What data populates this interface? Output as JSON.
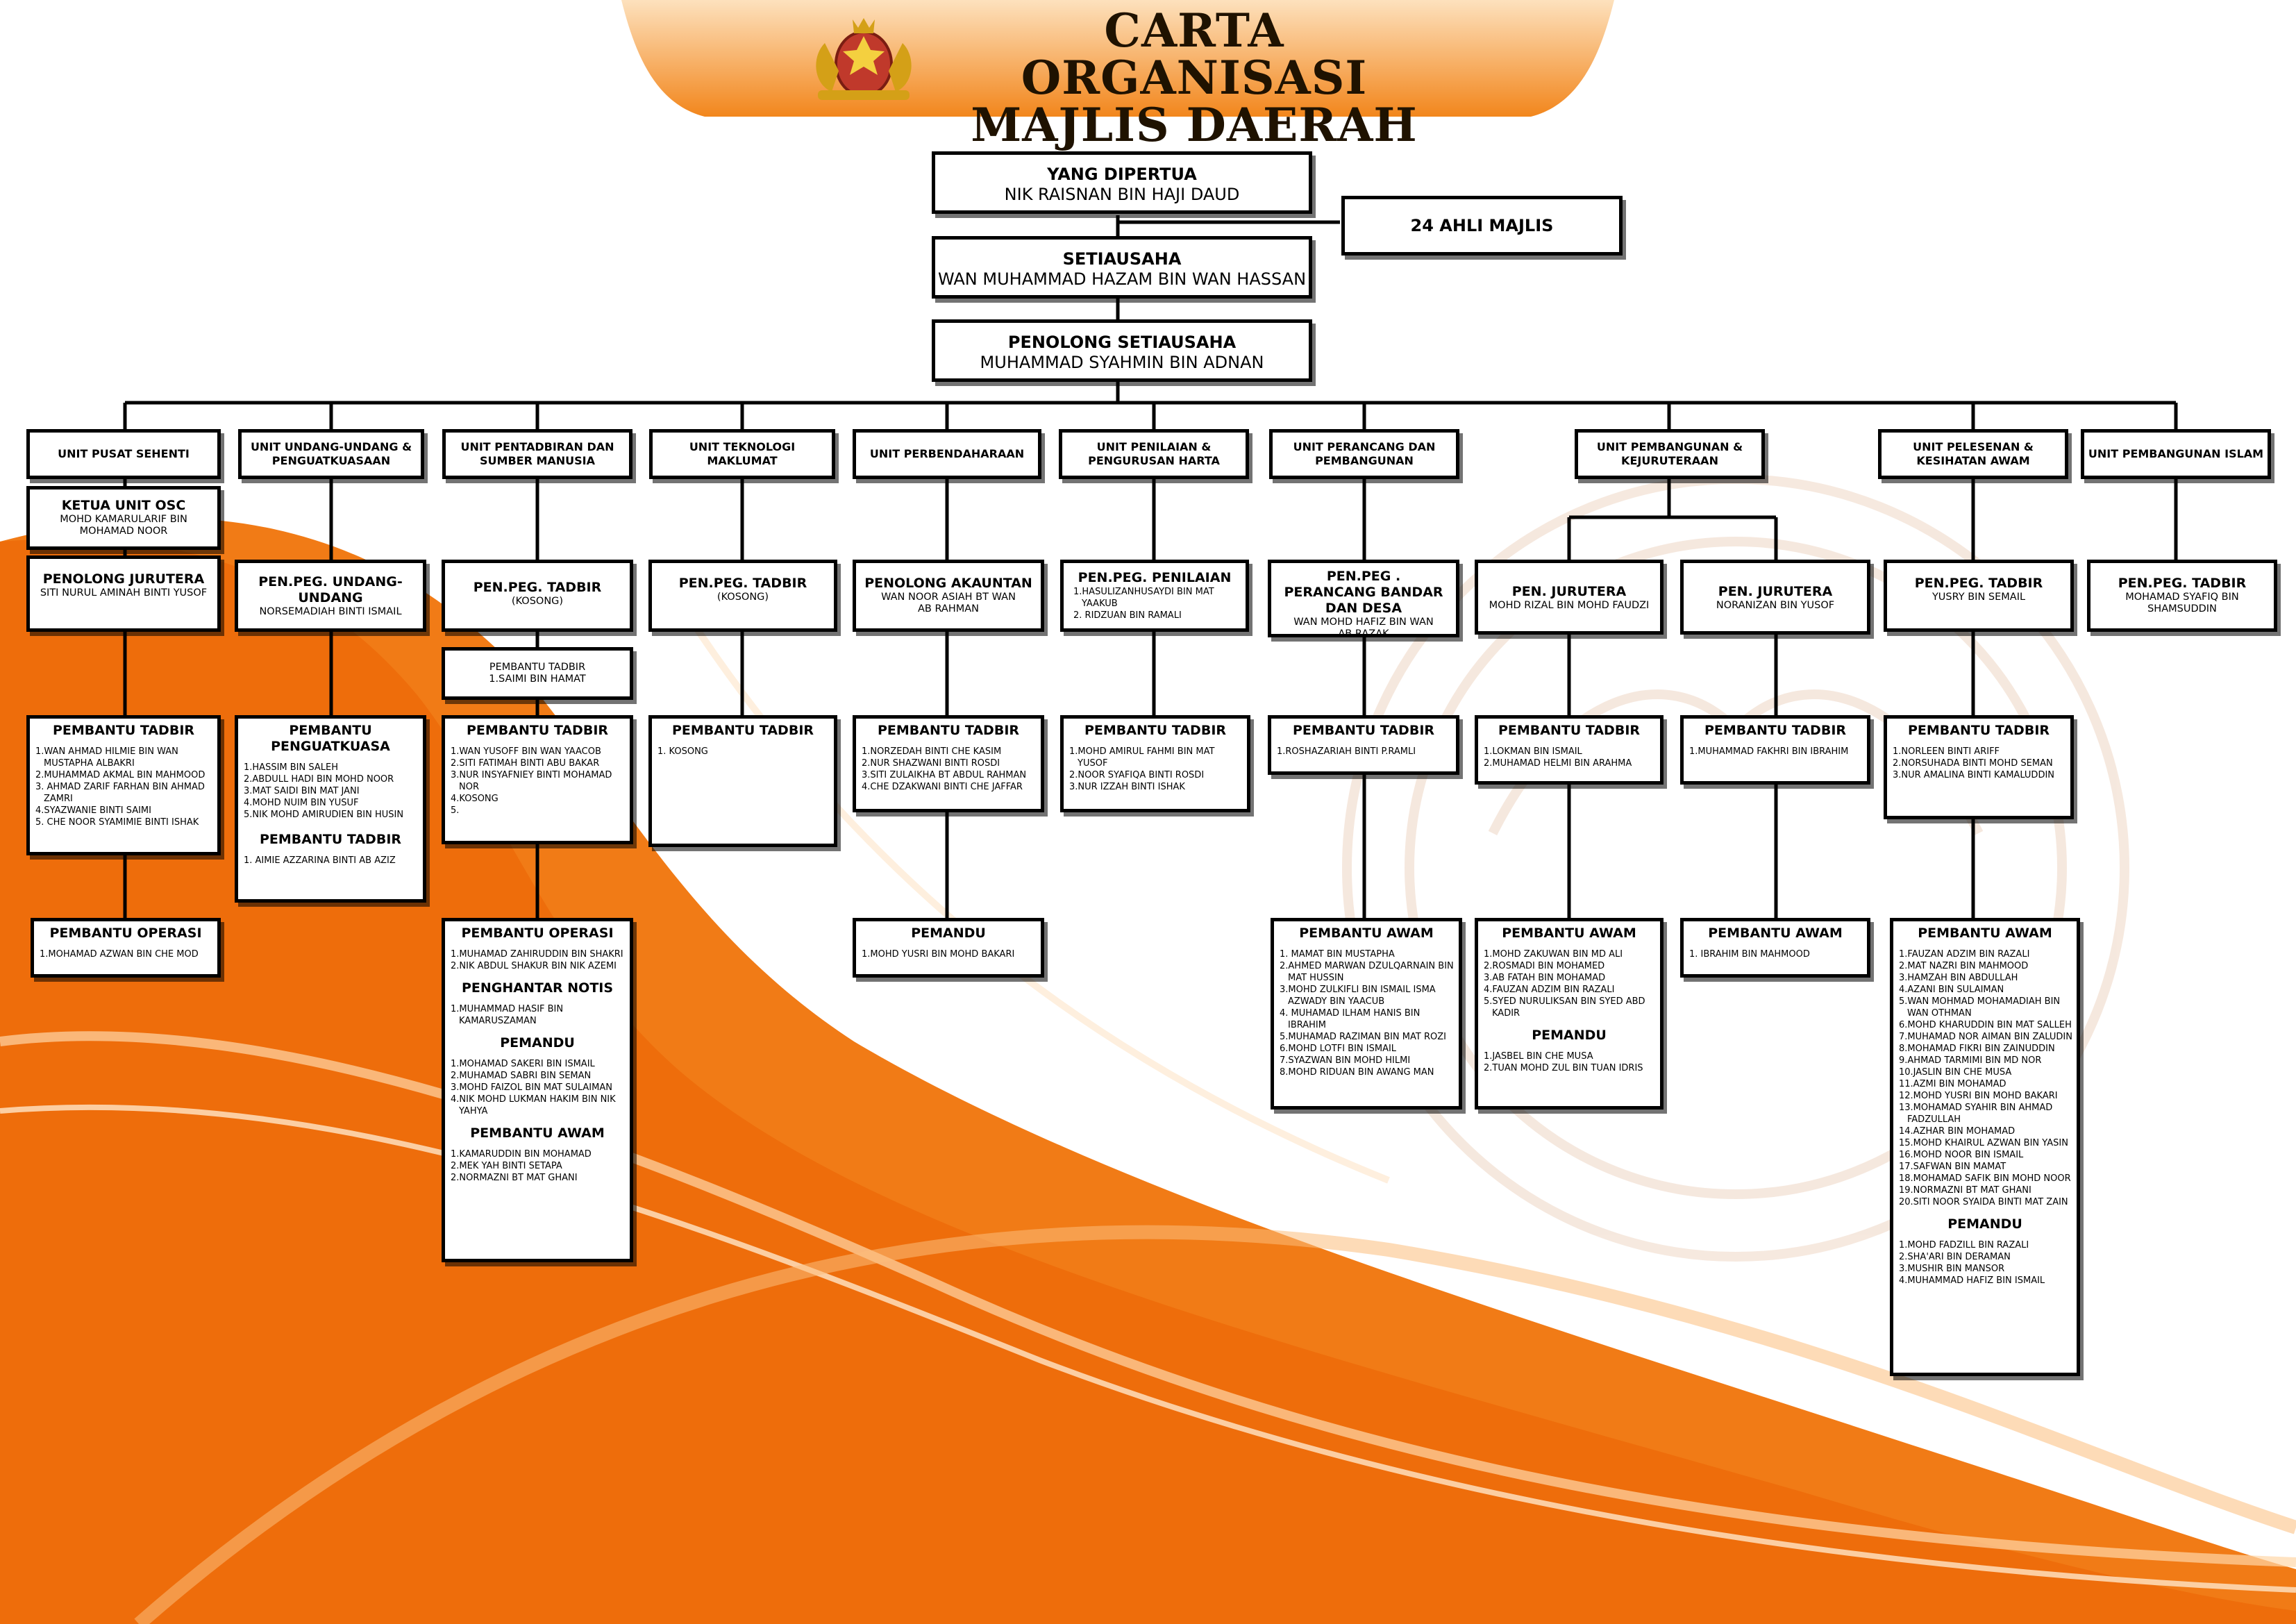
{
  "colors": {
    "accent": "#f07a10",
    "accent_light": "#f9b060",
    "banner": "#f28a1f"
  },
  "header": {
    "title_line1": "CARTA ORGANISASI",
    "title_line2": "MAJLIS DAERAH JELI",
    "logo_icon": "crest-icon"
  },
  "top": {
    "yang_dipertua": {
      "title": "YANG DIPERTUA",
      "name": "NIK RAISNAN BIN HAJI DAUD"
    },
    "ahli_majlis": {
      "title": "24 AHLI MAJLIS"
    },
    "setiausaha": {
      "title": "SETIAUSAHA",
      "name": "WAN MUHAMMAD HAZAM BIN WAN HASSAN"
    },
    "penolong_setiausaha": {
      "title": "PENOLONG SETIAUSAHA",
      "name": "MUHAMMAD SYAHMIN BIN ADNAN"
    }
  },
  "units": [
    {
      "name": "UNIT PUSAT SEHENTI"
    },
    {
      "name": "UNIT UNDANG-UNDANG & PENGUATKUASAAN"
    },
    {
      "name": "UNIT PENTADBIRAN DAN SUMBER MANUSIA"
    },
    {
      "name": "UNIT TEKNOLOGI MAKLUMAT"
    },
    {
      "name": "UNIT PERBENDAHARAAN"
    },
    {
      "name": "UNIT PENILAIAN & PENGURUSAN HARTA"
    },
    {
      "name": "UNIT PERANCANG DAN PEMBANGUNAN"
    },
    {
      "name": "UNIT PEMBANGUNAN & KEJURUTERAAN"
    },
    {
      "name": "UNIT PELESENAN & KESIHATAN AWAM"
    },
    {
      "name": "UNIT PEMBANGUNAN ISLAM"
    }
  ],
  "ketua_osc": {
    "title": "KETUA UNIT OSC",
    "name": "MOHD KAMARULARIF BIN MOHAMAD NOOR"
  },
  "officers": [
    {
      "title": "PENOLONG JURUTERA",
      "name": "SITI NURUL AMINAH BINTI YUSOF"
    },
    {
      "title": "PEN.PEG. UNDANG-UNDANG",
      "name": "NORSEMADIAH BINTI ISMAIL"
    },
    {
      "title": "PEN.PEG. TADBIR",
      "name": "(KOSONG)"
    },
    {
      "title": "PEN.PEG. TADBIR",
      "name": "(KOSONG)"
    },
    {
      "title": "PENOLONG AKAUNTAN",
      "name": "WAN NOOR ASIAH BT WAN AB RAHMAN"
    },
    {
      "title": "PEN.PEG. PENILAIAN",
      "items": [
        "1.HASULIZANHUSAYDI BIN MAT YAAKUB",
        "2. RIDZUAN BIN RAMALI"
      ]
    },
    {
      "title": "PEN.PEG . PERANCANG BANDAR DAN DESA",
      "name": "WAN MOHD HAFIZ BIN WAN AB RAZAK"
    },
    {
      "title": "PEN. JURUTERA",
      "name": "MOHD RIZAL BIN MOHD FAUDZI"
    },
    {
      "title": "PEN. JURUTERA",
      "name": "NORANIZAN BIN YUSOF"
    },
    {
      "title": "PEN.PEG. TADBIR",
      "name": "YUSRY BIN SEMAIL"
    },
    {
      "title": "PEN.PEG. TADBIR",
      "name": "MOHAMAD SYAFIQ BIN SHAMSUDDIN"
    }
  ],
  "pembantu_tadbir_small": {
    "label": "PEMBANTU TADBIR",
    "items": [
      "1.SAIMI BIN HAMAT"
    ]
  },
  "pembantu_tadbir": [
    {
      "title": "PEMBANTU TADBIR",
      "items": [
        "1.WAN AHMAD HILMIE BIN WAN MUSTAPHA ALBAKRI",
        "2.MUHAMMAD AKMAL BIN MAHMOOD",
        "3. AHMAD ZARIF FARHAN BIN AHMAD ZAMRI",
        "4.SYAZWANIE BINTI SAIMI",
        "5. CHE NOOR SYAMIMIE BINTI ISHAK"
      ]
    },
    {
      "title": "PEMBANTU PENGUATKUASA",
      "items": [
        "1.HASSIM BIN SALEH",
        "2.ABDULL HADI BIN MOHD NOOR",
        "3.MAT SAIDI BIN MAT JANI",
        "4.MOHD NUIM BIN YUSUF",
        "5.NIK MOHD AMIRUDIEN BIN HUSIN"
      ],
      "title2": "PEMBANTU TADBIR",
      "items2": [
        "1. AIMIE AZZARINA BINTI AB AZIZ"
      ]
    },
    {
      "title": "PEMBANTU TADBIR",
      "items": [
        "1.WAN YUSOFF BIN WAN YAACOB",
        "2.SITI FATIMAH BINTI ABU BAKAR",
        "3.NUR INSYAFNIEY BINTI MOHAMAD NOR",
        "4.KOSONG",
        "5."
      ]
    },
    {
      "title": "PEMBANTU TADBIR",
      "items": [
        "1. KOSONG"
      ]
    },
    {
      "title": "PEMBANTU TADBIR",
      "items": [
        "1.NORZEDAH BINTI CHE KASIM",
        "2.NUR SHAZWANI BINTI ROSDI",
        "3.SITI ZULAIKHA BT ABDUL RAHMAN",
        "4.CHE DZAKWANI BINTI CHE JAFFAR"
      ]
    },
    {
      "title": "PEMBANTU TADBIR",
      "items": [
        "1.MOHD AMIRUL FAHMI BIN MAT YUSOF",
        "2.NOOR SYAFIQA BINTI ROSDI",
        "3.NUR IZZAH BINTI ISHAK"
      ]
    },
    {
      "title": "PEMBANTU TADBIR",
      "items": [
        "1.ROSHAZARIAH BINTI P.RAMLI"
      ]
    },
    {
      "title": "PEMBANTU TADBIR",
      "items": [
        "1.LOKMAN BIN ISMAIL",
        "2.MUHAMAD HELMI BIN ARAHMA"
      ]
    },
    {
      "title": "PEMBANTU TADBIR",
      "items": [
        "1.MUHAMMAD FAKHRI BIN IBRAHIM"
      ]
    },
    {
      "title": "PEMBANTU TADBIR",
      "items": [
        "1.NORLEEN BINTI ARIFF",
        "2.NORSUHADA BINTI MOHD SEMAN",
        "3.NUR AMALINA BINTI KAMALUDDIN"
      ]
    }
  ],
  "bottom": [
    {
      "sections": [
        {
          "title": "PEMBANTU OPERASI",
          "items": [
            "1.MOHAMAD AZWAN BIN CHE MOD"
          ]
        }
      ]
    },
    {
      "sections": [
        {
          "title": "PEMBANTU OPERASI",
          "items": [
            "1.MUHAMAD ZAHIRUDDIN BIN SHAKRI",
            "2.NIK ABDUL SHAKUR BIN NIK AZEMI"
          ]
        },
        {
          "title": "PENGHANTAR NOTIS",
          "items": [
            "1.MUHAMMAD  HASIF BIN KAMARUSZAMAN"
          ]
        },
        {
          "title": "PEMANDU",
          "items": [
            "1.MOHAMAD SAKERI BIN ISMAIL",
            "2.MUHAMAD SABRI BIN SEMAN",
            "3.MOHD FAIZOL BIN MAT SULAIMAN",
            "4.NIK MOHD LUKMAN HAKIM BIN NIK YAHYA"
          ]
        },
        {
          "title": "PEMBANTU AWAM",
          "items": [
            "1.KAMARUDDIN BIN MOHAMAD",
            "2.MEK YAH BINTI SETAPA",
            "2.NORMAZNI BT MAT GHANI"
          ]
        }
      ]
    },
    {
      "sections": [
        {
          "title": "PEMANDU",
          "items": [
            "1.MOHD YUSRI BIN MOHD BAKARI"
          ]
        }
      ]
    },
    {
      "sections": [
        {
          "title": "PEMBANTU AWAM",
          "items": [
            "1. MAMAT BIN MUSTAPHA",
            "2.AHMED MARWAN DZULQARNAIN BIN MAT HUSSIN",
            "3.MOHD ZULKIFLI BIN ISMAIL ISMA AZWADY BIN YAACUB",
            "4. MUHAMAD ILHAM HANIS BIN IBRAHIM",
            "5.MUHAMAD RAZIMAN BIN MAT ROZI",
            "6.MOHD LOTFI BIN ISMAIL",
            "7.SYAZWAN BIN MOHD HILMI",
            "8.MOHD RIDUAN BIN AWANG MAN"
          ]
        }
      ]
    },
    {
      "sections": [
        {
          "title": "PEMBANTU AWAM",
          "items": [
            "1.MOHD ZAKUWAN BIN MD ALI",
            "2.ROSMADI BIN MOHAMED",
            "3.AB FATAH BIN MOHAMAD",
            "4.FAUZAN ADZIM BIN RAZALI",
            "5.SYED NURULIKSAN BIN SYED ABD KADIR"
          ]
        },
        {
          "title": "PEMANDU",
          "items": [
            "1.JASBEL BIN CHE MUSA",
            "2.TUAN MOHD ZUL BIN TUAN IDRIS"
          ]
        }
      ]
    },
    {
      "sections": [
        {
          "title": "PEMBANTU AWAM",
          "items": [
            "1.  IBRAHIM BIN MAHMOOD"
          ]
        }
      ]
    },
    {
      "sections": [
        {
          "title": "PEMBANTU AWAM",
          "items": [
            "1.FAUZAN ADZIM BIN RAZALI",
            "2.MAT NAZRI BIN MAHMOOD",
            "3.HAMZAH BIN ABDULLAH",
            "4.AZANI BIN SULAIMAN",
            "5.WAN MOHMAD MOHAMADIAH BIN WAN OTHMAN",
            "6.MOHD KHARUDDIN BIN MAT SALLEH",
            "7.MUHAMAD NOR AIMAN BIN ZALUDIN",
            "8.MOHAMAD FIKRI BIN ZAINUDDIN",
            "9.AHMAD TARMIMI BIN MD NOR",
            "10.JASLIN BIN CHE MUSA",
            "11.AZMI BIN MOHAMAD",
            "12.MOHD YUSRI BIN MOHD BAKARI",
            "13.MOHAMAD SYAHIR BIN AHMAD FADZULLAH",
            "14.AZHAR BIN MOHAMAD",
            "15.MOHD KHAIRUL AZWAN BIN YASIN",
            "16.MOHD NOOR BIN ISMAIL",
            "17.SAFWAN BIN MAMAT",
            "18.MOHAMAD SAFIK BIN MOHD NOOR",
            "19.NORMAZNI BT MAT GHANI",
            "20.SITI NOOR SYAIDA BINTI MAT ZAIN"
          ]
        },
        {
          "title": "PEMANDU",
          "items": [
            "1.MOHD FADZILL BIN RAZALI",
            "2.SHA'ARI BIN DERAMAN",
            "3.MUSHIR BIN MANSOR",
            "4.MUHAMMAD HAFIZ BIN ISMAIL"
          ]
        }
      ]
    }
  ]
}
